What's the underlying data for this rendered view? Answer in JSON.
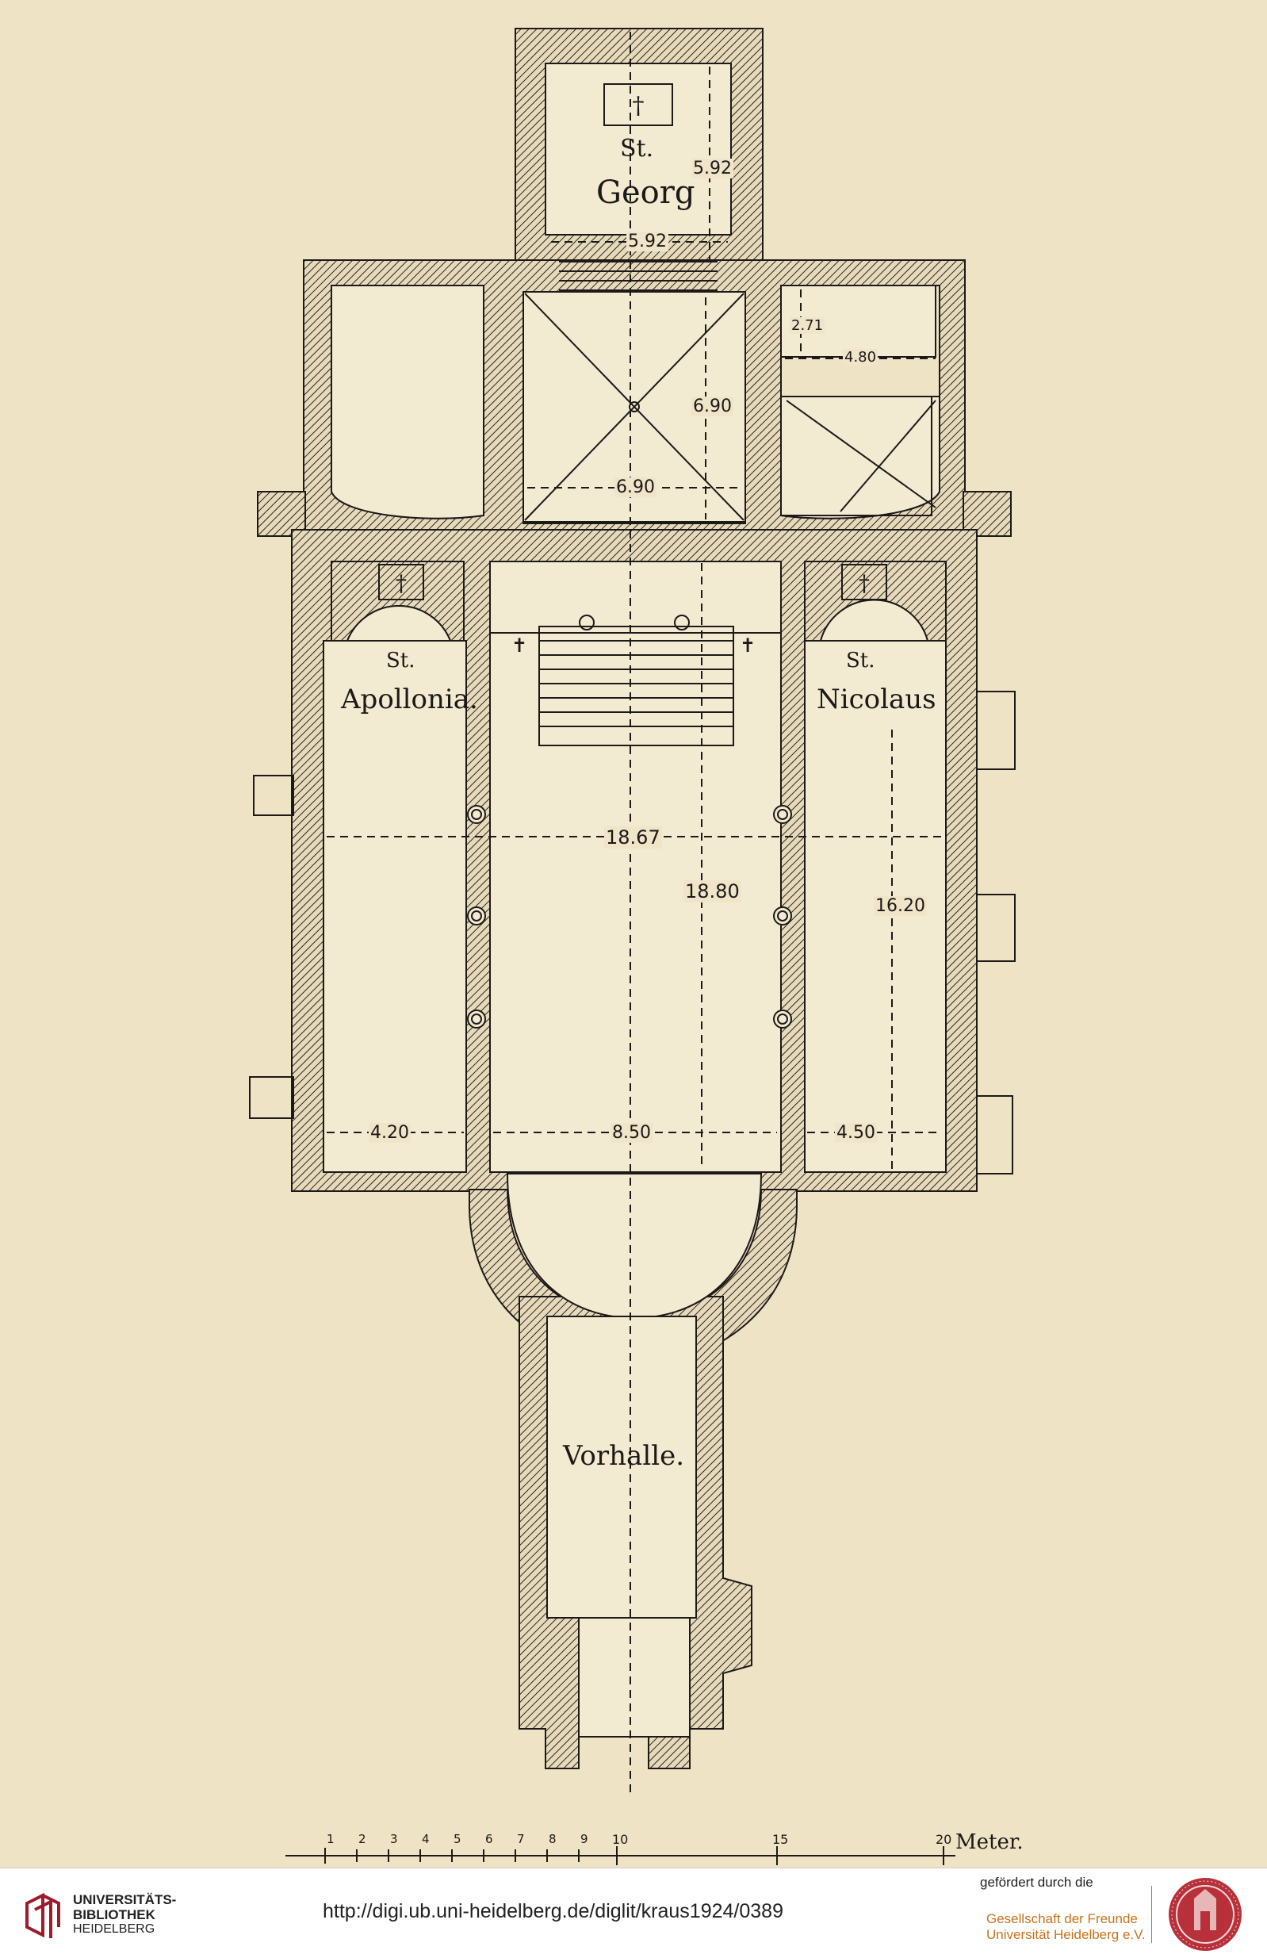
{
  "plan": {
    "rooms": {
      "georg": {
        "saint": "St.",
        "name": "Georg"
      },
      "apollonia": {
        "saint": "St.",
        "name": "Apollonia."
      },
      "nicolaus": {
        "saint": "St.",
        "name": "Nicolaus"
      },
      "vorhalle": {
        "name": "Vorhalle."
      }
    },
    "dimensions": {
      "georg_height": "5.92",
      "georg_width": "5.92",
      "crossing_height": "6.90",
      "crossing_width": "6.90",
      "sacristy_height": "2.71",
      "sacristy_width": "4.80",
      "total_width": "18.67",
      "nave_length": "18.80",
      "aisle_length": "16.20",
      "left_aisle_width": "4.20",
      "nave_width": "8.50",
      "right_aisle_width": "4.50"
    },
    "scale": {
      "numbers": [
        "1",
        "2",
        "3",
        "4",
        "5",
        "6",
        "7",
        "8",
        "9",
        "10",
        "15",
        "20"
      ],
      "unit": "Meter."
    },
    "colors": {
      "paper": "#f0e5c9",
      "ink": "#1c1917"
    }
  },
  "footer": {
    "library_name_lines": [
      "UNIVERSITÄTS-",
      "BIBLIOTHEK"
    ],
    "library_city": "HEIDELBERG",
    "url": "http://digi.ub.uni-heidelberg.de/diglit/kraus1924/0389",
    "sponsor_label": "gefördert durch die",
    "sponsor_name_lines": [
      "Gesellschaft der Freunde",
      "Universität Heidelberg e.V."
    ],
    "logo_icon": "university-library-logo-icon",
    "seal_icon": "university-seal-icon",
    "accent_color": "#c8731c",
    "logo_color": "#9b1c2c"
  }
}
